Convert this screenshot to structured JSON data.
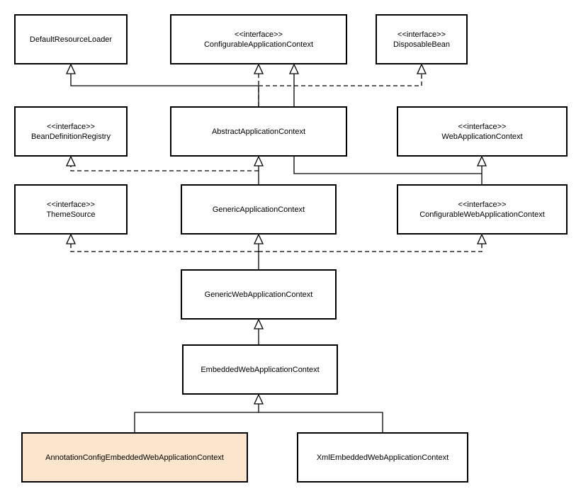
{
  "diagram": {
    "colors": {
      "line": "#000000",
      "highlight_fill": "#fce5cd",
      "box_fill": "#ffffff"
    },
    "nodes": {
      "default_resource_loader": {
        "name": "DefaultResourceLoader"
      },
      "configurable_application_context": {
        "stereotype": "<<interface>>",
        "name": "ConfigurableApplicationContext"
      },
      "disposable_bean": {
        "stereotype": "<<interface>>",
        "name": "DisposableBean"
      },
      "bean_definition_registry": {
        "stereotype": "<<interface>>",
        "name": "BeanDefinitionRegistry"
      },
      "abstract_application_context": {
        "name": "AbstractApplicationContext"
      },
      "web_application_context": {
        "stereotype": "<<interface>>",
        "name": "WebApplicationContext"
      },
      "theme_source": {
        "stereotype": "<<interface>>",
        "name": "ThemeSource"
      },
      "generic_application_context": {
        "name": "GenericApplicationContext"
      },
      "configurable_web_application_context": {
        "stereotype": "<<interface>>",
        "name": "ConfigurableWebApplicationContext"
      },
      "generic_web_application_context": {
        "name": "GenericWebApplicationContext"
      },
      "embedded_web_application_context": {
        "name": "EmbeddedWebApplicationContext"
      },
      "annotation_config_embedded_web_application_context": {
        "name": "AnnotationConfigEmbeddedWebApplicationContext",
        "highlighted": true
      },
      "xml_embedded_web_application_context": {
        "name": "XmlEmbeddedWebApplicationContext"
      }
    },
    "relations": [
      {
        "from": "abstract_application_context",
        "to": "default_resource_loader",
        "kind": "extends"
      },
      {
        "from": "abstract_application_context",
        "to": "configurable_application_context",
        "kind": "implements"
      },
      {
        "from": "abstract_application_context",
        "to": "disposable_bean",
        "kind": "implements"
      },
      {
        "from": "generic_application_context",
        "to": "abstract_application_context",
        "kind": "extends"
      },
      {
        "from": "generic_application_context",
        "to": "bean_definition_registry",
        "kind": "implements"
      },
      {
        "from": "configurable_web_application_context",
        "to": "web_application_context",
        "kind": "extends"
      },
      {
        "from": "configurable_web_application_context",
        "to": "configurable_application_context",
        "kind": "extends"
      },
      {
        "from": "generic_web_application_context",
        "to": "generic_application_context",
        "kind": "extends"
      },
      {
        "from": "generic_web_application_context",
        "to": "theme_source",
        "kind": "implements"
      },
      {
        "from": "generic_web_application_context",
        "to": "configurable_web_application_context",
        "kind": "implements"
      },
      {
        "from": "embedded_web_application_context",
        "to": "generic_web_application_context",
        "kind": "extends"
      },
      {
        "from": "annotation_config_embedded_web_application_context",
        "to": "embedded_web_application_context",
        "kind": "extends"
      },
      {
        "from": "xml_embedded_web_application_context",
        "to": "embedded_web_application_context",
        "kind": "extends"
      }
    ]
  }
}
